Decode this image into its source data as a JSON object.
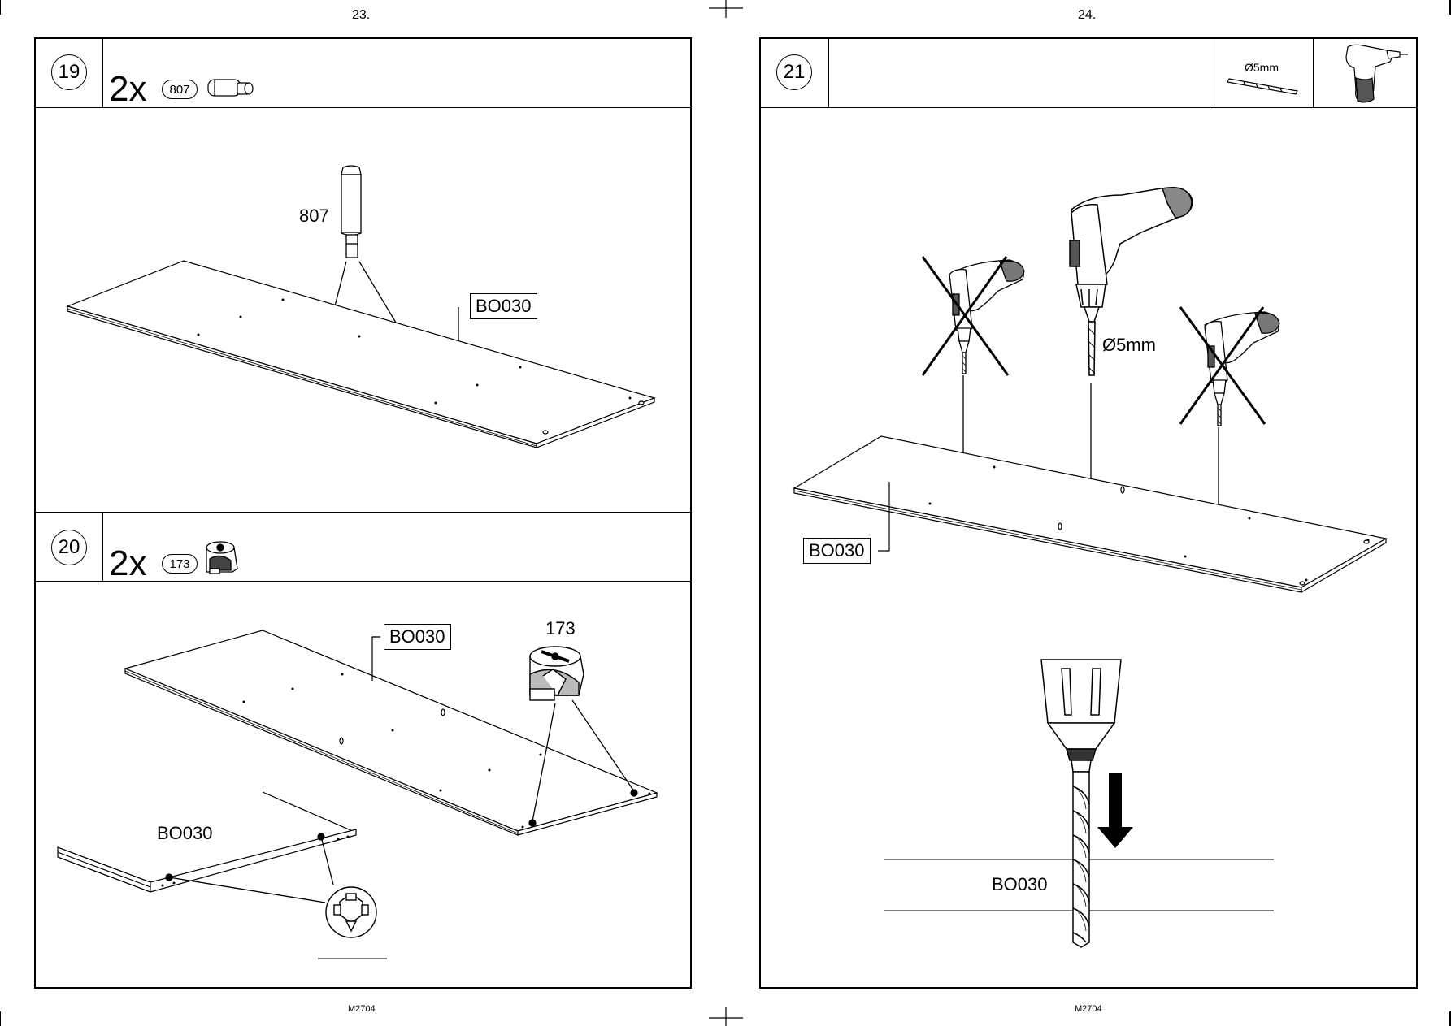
{
  "pages": [
    {
      "number": "23.",
      "footer": "M2704"
    },
    {
      "number": "24.",
      "footer": "M2704"
    }
  ],
  "steps": {
    "s19": {
      "number": "19",
      "quantity": "2x",
      "part_id": "807",
      "callout": "807",
      "board_label": "BO030"
    },
    "s20": {
      "number": "20",
      "quantity": "2x",
      "part_id": "173",
      "callout": "173",
      "board_label_box": "BO030",
      "board_label_plain": "BO030"
    },
    "s21": {
      "number": "21",
      "bit_size_tool": "Ø5mm",
      "bit_size_drill": "Ø5mm",
      "board_label_box": "BO030",
      "detail_label": "BO030"
    }
  },
  "icons": [
    "cam-dowel-icon",
    "cam-lock-icon",
    "drill-bit-icon",
    "drill-icon",
    "down-arrow-icon",
    "cross-mark-icon"
  ],
  "colors": {
    "ink": "#000000",
    "paper": "#ffffff"
  }
}
